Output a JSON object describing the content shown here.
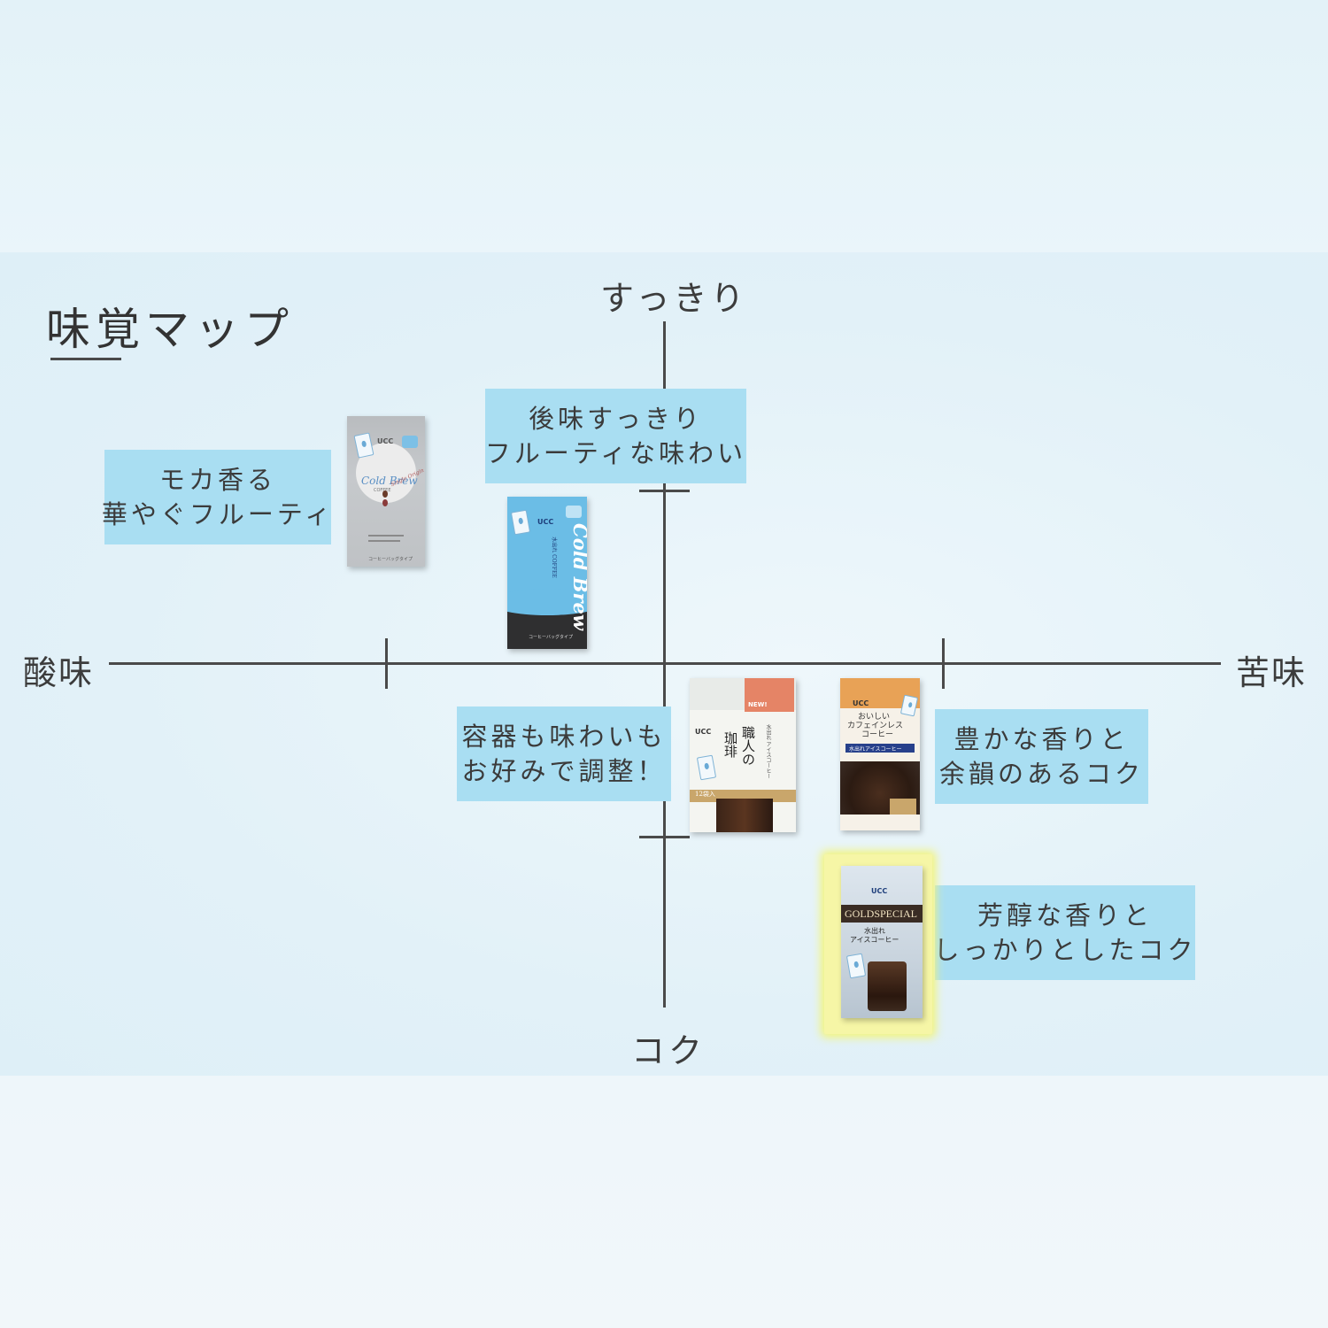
{
  "title": "味覚マップ",
  "axes": {
    "top": "すっきり",
    "bottom": "コク",
    "left": "酸味",
    "right": "苦味"
  },
  "bubbles": {
    "moka": [
      "モカ香る",
      "華やぐフルーティ"
    ],
    "fruity": [
      "後味すっきり",
      "フルーティな味わい"
    ],
    "container": [
      "容器も味わいも",
      "お好みで調整！"
    ],
    "decaf": [
      "豊かな香りと",
      "余韻のあるコク"
    ],
    "gold": [
      "芳醇な香りと",
      "しっかりとしたコク"
    ]
  },
  "products": {
    "single_origin": {
      "brand": "UCC",
      "name": "Cold Brew",
      "sub": "COFFEE",
      "script": "Single Origin",
      "type_label": "コーヒーバッグタイプ"
    },
    "cold_brew": {
      "brand": "UCC",
      "name": "Cold Brew",
      "jp": "水出れ COFFEE",
      "type_label": "コーヒーバッグタイプ"
    },
    "shokunin": {
      "brand": "UCC",
      "badge": "NEW!",
      "name_line1": "職人の",
      "name_line2": "珈琲",
      "jp": "水出れ アイスコーヒー",
      "count": "12袋入"
    },
    "decaf": {
      "brand": "UCC",
      "line1": "おいしい",
      "line2": "カフェインレス",
      "line3": "コーヒー",
      "band": "水出れアイスコーヒー"
    },
    "gold_special": {
      "brand": "UCC",
      "name": "GOLDSPECIAL",
      "jp_line1": "水出れ",
      "jp_line2": "アイスコーヒー"
    }
  },
  "colors": {
    "bubble": "#a9def2",
    "axis": "#4a4a4a",
    "highlight": "#f3f57a"
  }
}
